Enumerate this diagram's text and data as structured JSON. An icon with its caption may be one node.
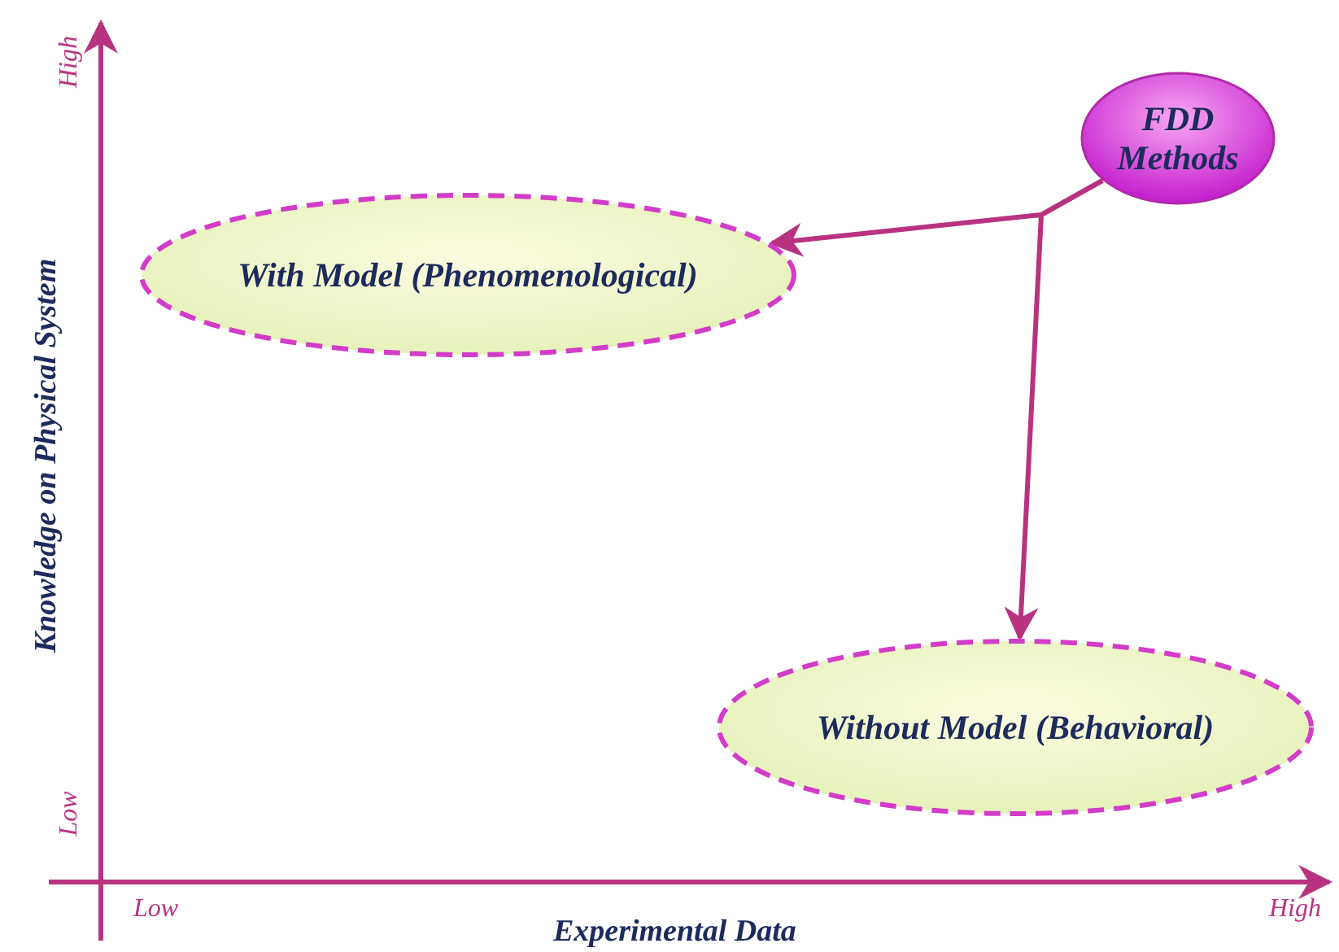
{
  "diagram": {
    "nodes": [
      {
        "text": [
          "FDD Methods"
        ]
      },
      {
        "text": [
          "With Model (Phenomenological)"
        ]
      },
      {
        "text": [
          "Without Model (Behavioral)"
        ]
      }
    ],
    "edges": [
      {
        "from": 0,
        "to": 1,
        "arrow": "to"
      },
      {
        "from": 0,
        "to": 2,
        "arrow": "to"
      }
    ],
    "labels": [
      "High",
      "Knowledge on Physical System",
      "Low",
      "Low",
      "High",
      "Experimental Data"
    ]
  }
}
